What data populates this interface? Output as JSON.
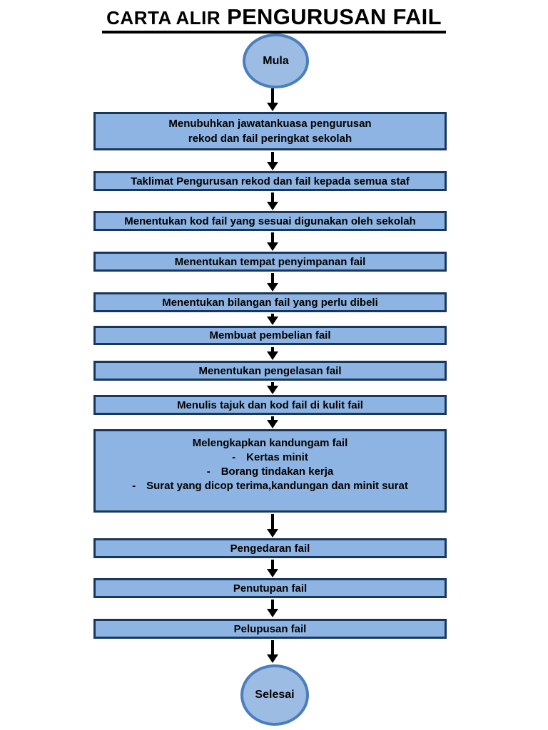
{
  "title": {
    "part1": "CARTA ALIR",
    "part2": "PENGURUSAN FAIL"
  },
  "colors": {
    "box_fill": "#8db4e2",
    "box_border": "#17375d",
    "circle_fill": "#9dbce4",
    "circle_border": "#4a7ebd",
    "arrow": "#000000",
    "text": "#000000"
  },
  "flow": {
    "start": "Mula",
    "end": "Selesai",
    "steps": [
      "Menubuhkan jawatankuasa pengurusan\nrekod dan fail peringkat sekolah",
      "Taklimat Pengurusan rekod dan fail kepada semua staf",
      "Menentukan kod fail yang sesuai digunakan oleh sekolah",
      "Menentukan tempat penyimpanan fail",
      "Menentukan bilangan fail yang perlu dibeli",
      "Membuat pembelian fail",
      "Menentukan pengelasan fail",
      "Menulis tajuk dan kod fail di kulit fail"
    ],
    "detail_step": {
      "title": "Melengkapkan kandungam fail",
      "bullet": "-",
      "items": [
        "Kertas minit",
        "Borang tindakan kerja",
        "Surat yang dicop terima,kandungan dan minit surat"
      ]
    },
    "final_steps": [
      "Pengedaran fail",
      "Penutupan fail",
      "Pelupusan fail"
    ]
  }
}
